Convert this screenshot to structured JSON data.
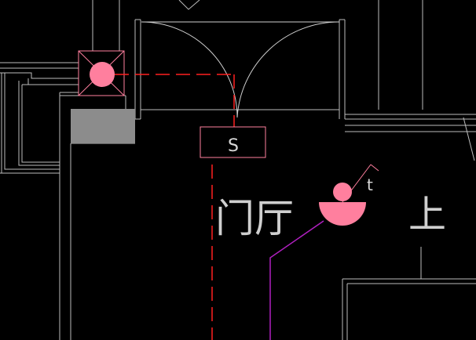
{
  "drawing": {
    "background": "#000000",
    "colors": {
      "wall_line": "#bdbdbd",
      "door_arc": "#cfcfcf",
      "hatch_fill": "#8c8c8c",
      "symbol_fill": "#ff7f9e",
      "symbol_outline": "#ff7f9e",
      "dashed_wire": "#ff2020",
      "magenta_wire": "#b020c0"
    },
    "switch_label": "S",
    "room_label": "门厅",
    "room_label_partial": "上",
    "lamp_tag": "t",
    "symbols": [
      {
        "name": "ceiling-lamp-crossed-icon"
      },
      {
        "name": "wall-lamp-half-circle-icon"
      },
      {
        "name": "switch-box-icon"
      },
      {
        "name": "column-hatch-block"
      }
    ]
  }
}
